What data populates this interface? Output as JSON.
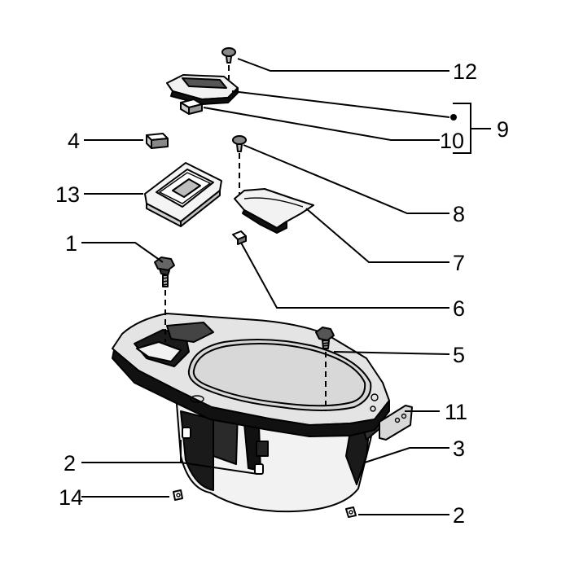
{
  "callouts": {
    "c1": "1",
    "c2a": "2",
    "c2b": "2",
    "c3": "3",
    "c4": "4",
    "c5": "5",
    "c6": "6",
    "c7": "7",
    "c8": "8",
    "c9": "9",
    "c10": "10",
    "c11": "11",
    "c12": "12",
    "c13": "13",
    "c14": "14"
  }
}
